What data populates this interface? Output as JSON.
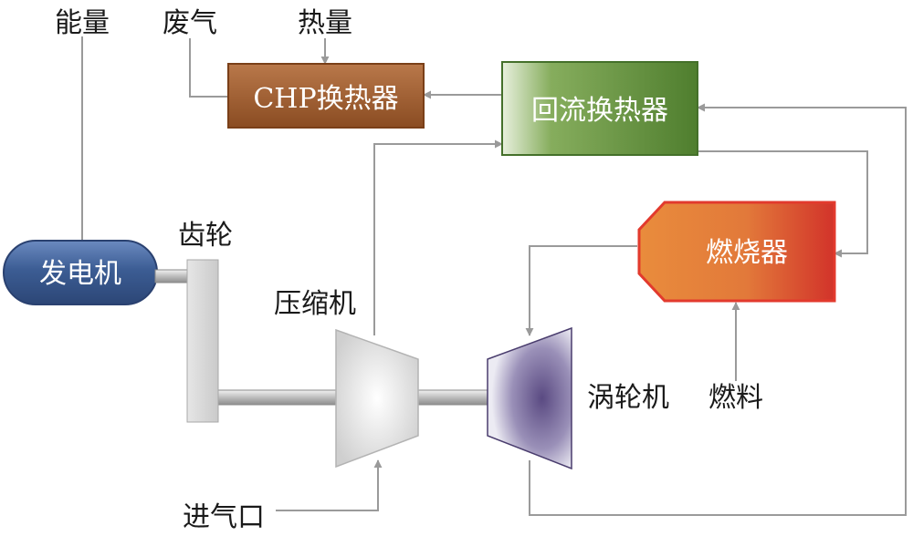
{
  "labels": {
    "energy": "能量",
    "exhaust": "废气",
    "heat": "热量",
    "gear": "齿轮",
    "compressor": "压缩机",
    "turbine": "涡轮机",
    "fuel": "燃料",
    "air_inlet": "进气口"
  },
  "boxes": {
    "chp": "CHP换热器",
    "recuperator": "回流换热器",
    "combustor": "燃烧器",
    "generator": "发电机"
  },
  "colors": {
    "chp": "#9b5a2c",
    "recuperator": "#5f8f3a",
    "combustor_start": "#e6843a",
    "combustor_end": "#d6392b",
    "generator": "#3c5d94",
    "turbine": "#5e4f86",
    "arrows": "#9a9a9a"
  }
}
